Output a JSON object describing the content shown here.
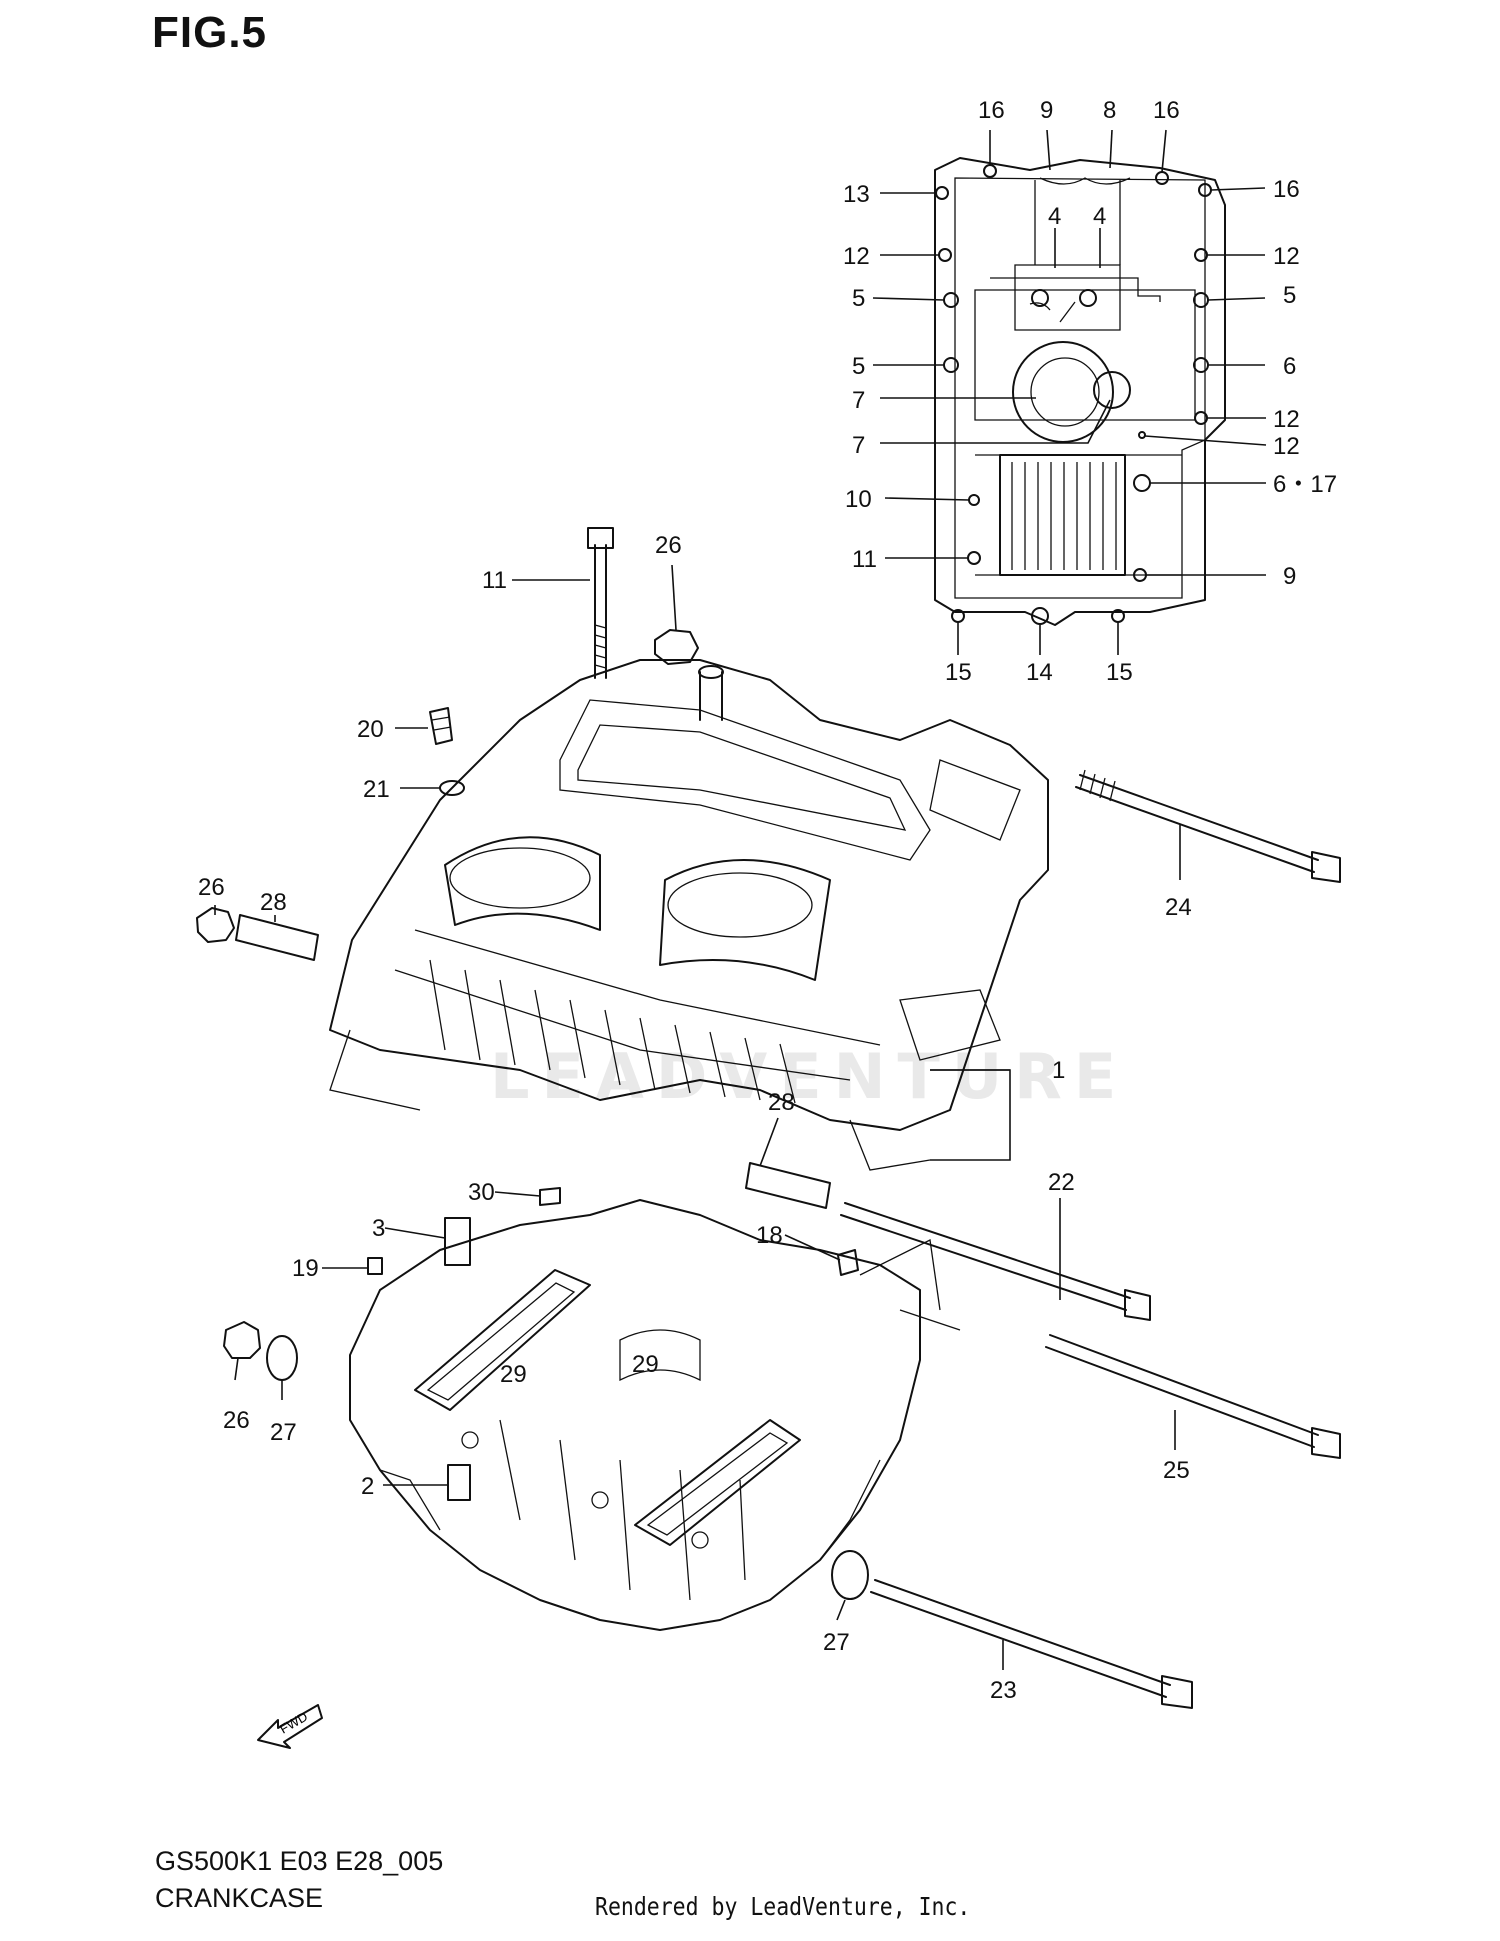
{
  "figure": {
    "title": "FIG.5",
    "model_code": "GS500K1 E03 E28_005",
    "assembly_name": "CRANKCASE",
    "credit": "Rendered by LeadVenture, Inc.",
    "watermark": "LEADVENTURE"
  },
  "callouts": {
    "inset": [
      "16",
      "9",
      "8",
      "16",
      "13",
      "16",
      "4",
      "4",
      "12",
      "12",
      "5",
      "5",
      "5",
      "6",
      "7",
      "7",
      "12",
      "12",
      "10",
      "6・17",
      "11",
      "9",
      "15",
      "14",
      "15"
    ],
    "main": [
      "11",
      "26",
      "20",
      "21",
      "24",
      "26",
      "28",
      "1",
      "28",
      "22",
      "30",
      "3",
      "18",
      "19",
      "29",
      "29",
      "26",
      "27",
      "25",
      "2",
      "27",
      "23"
    ]
  }
}
